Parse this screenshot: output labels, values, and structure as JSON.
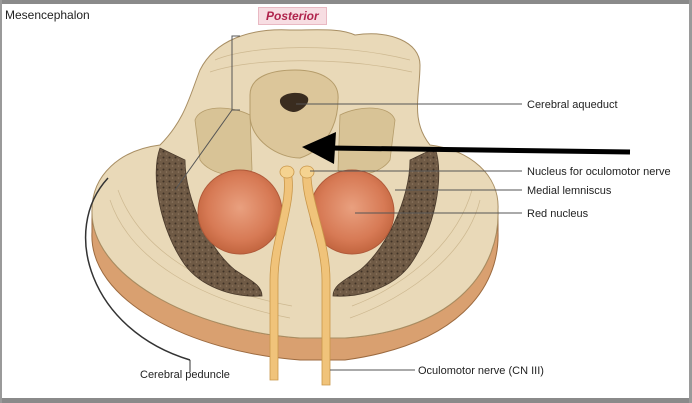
{
  "title": "Mesencephalon",
  "orientation_tag": "Posterior",
  "labels": {
    "cerebral_aqueduct": "Cerebral aqueduct",
    "nucleus_oculomotor": "Nucleus for oculomotor nerve",
    "medial_lemniscus": "Medial lemniscus",
    "red_nucleus": "Red nucleus",
    "cerebral_peduncle": "Cerebral peduncle",
    "oculomotor_nerve": "Oculomotor nerve (CN III)"
  },
  "colors": {
    "tissue": "#e9d9b8",
    "tegmentum": "#dcc69a",
    "red_nucleus": "#d77a55",
    "substantia_nigra": "#6f5a45",
    "cut_face": "#d9a070",
    "nerve": "#f0c37a",
    "arrow": "#000000"
  }
}
